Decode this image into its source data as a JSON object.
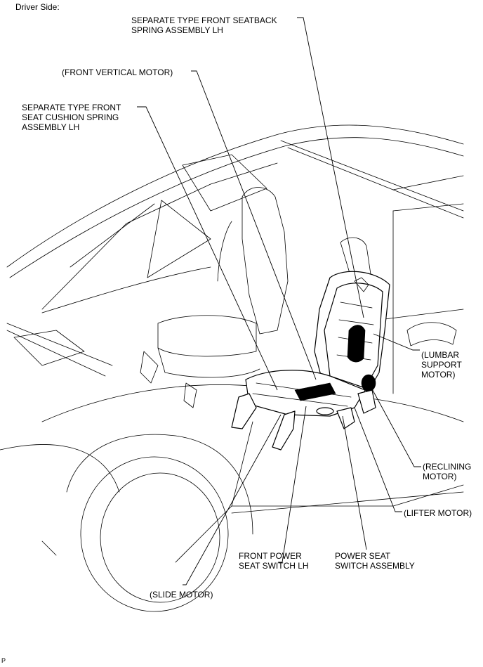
{
  "header": {
    "title": "Driver Side:"
  },
  "labels": {
    "seatback_spring": "SEPARATE TYPE FRONT SEATBACK\nSPRING ASSEMBLY LH",
    "front_vertical_motor": "(FRONT VERTICAL MOTOR)",
    "cushion_spring": "SEPARATE TYPE FRONT\nSEAT CUSHION SPRING\nASSEMBLY LH",
    "lumbar_motor": "(LUMBAR\nSUPPORT\nMOTOR)",
    "reclining_motor": "(RECLINING\nMOTOR)",
    "lifter_motor": "(LIFTER MOTOR)",
    "front_power_switch": "FRONT POWER\nSEAT SWITCH LH",
    "power_seat_switch": "POWER SEAT\nSWITCH ASSEMBLY",
    "slide_motor": "(SLIDE MOTOR)"
  },
  "footer": {
    "code": "P"
  }
}
